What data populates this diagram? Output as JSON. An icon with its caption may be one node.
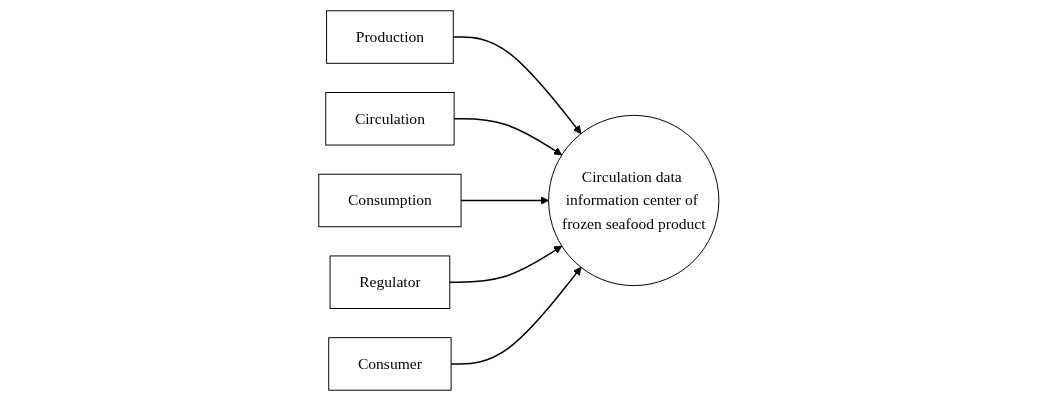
{
  "diagram": {
    "nodes": [
      {
        "text": [
          "Production"
        ]
      },
      {
        "text": [
          "Circulation"
        ]
      },
      {
        "text": [
          "Consumption"
        ]
      },
      {
        "text": [
          "Circulation data information center of frozen seafood product"
        ]
      },
      {
        "text": [
          "Regulator"
        ]
      },
      {
        "text": [
          "Consumer"
        ]
      }
    ],
    "edges": [
      {
        "from": 0,
        "to": 3,
        "arrow": "to"
      },
      {
        "from": 1,
        "to": 3,
        "arrow": "to"
      },
      {
        "from": 2,
        "to": 3,
        "arrow": "to"
      },
      {
        "from": 4,
        "to": 3,
        "arrow": "to"
      },
      {
        "from": 5,
        "to": 3,
        "arrow": "to"
      }
    ]
  }
}
